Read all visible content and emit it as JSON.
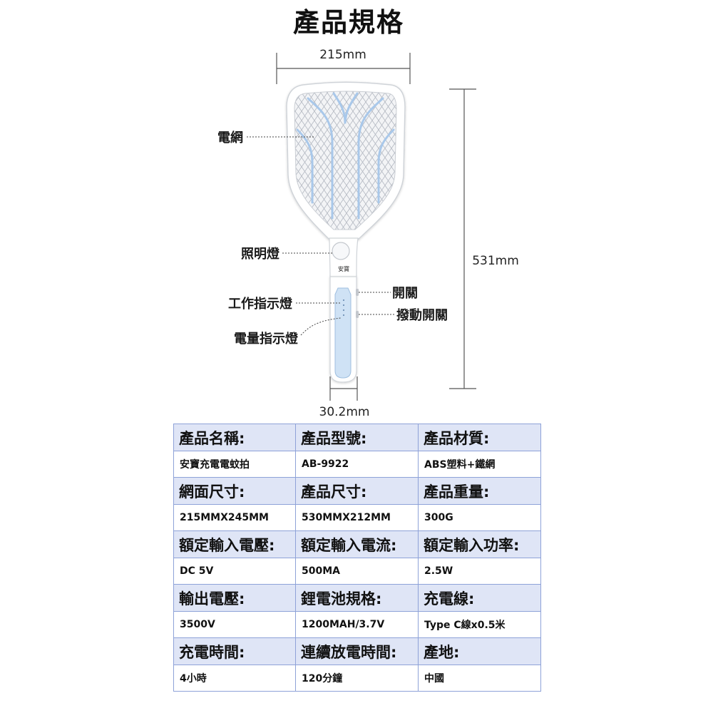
{
  "title": "產品規格",
  "diagram": {
    "dim_width": "215mm",
    "dim_length": "531mm",
    "dim_handle": "30.2mm",
    "brand_mark": "安寶",
    "callouts": {
      "net": "電網",
      "light": "照明燈",
      "work_indicator": "工作指示燈",
      "battery_indicator": "電量指示燈",
      "switch": "開關",
      "slide_switch": "撥動開關"
    }
  },
  "specs": [
    {
      "labels": [
        "產品名稱:",
        "產品型號:",
        "產品材質:"
      ],
      "values": [
        "安寶充電電蚊拍",
        "AB-9922",
        "ABS塑料+鐵網"
      ]
    },
    {
      "labels": [
        "網面尺寸:",
        "產品尺寸:",
        "產品重量:"
      ],
      "values": [
        "215MMX245MM",
        "530MMX212MM",
        "300G"
      ]
    },
    {
      "labels": [
        "額定輸入電壓:",
        "額定輸入電流:",
        "額定輸入功率:"
      ],
      "values": [
        "DC 5V",
        "500MA",
        "2.5W"
      ]
    },
    {
      "labels": [
        "輸出電壓:",
        "鋰電池規格:",
        "充電線:"
      ],
      "values": [
        "3500V",
        "1200MAH/3.7V",
        "Type C線x0.5米"
      ]
    },
    {
      "labels": [
        "充電時間:",
        "連續放電時間:",
        "產地:"
      ],
      "values": [
        "4小時",
        "120分鐘",
        "中國"
      ]
    }
  ],
  "colors": {
    "table_border": "#8ea2d8",
    "table_header_bg": "#dfe5f6",
    "wire_blue": "#a9c8ea"
  }
}
